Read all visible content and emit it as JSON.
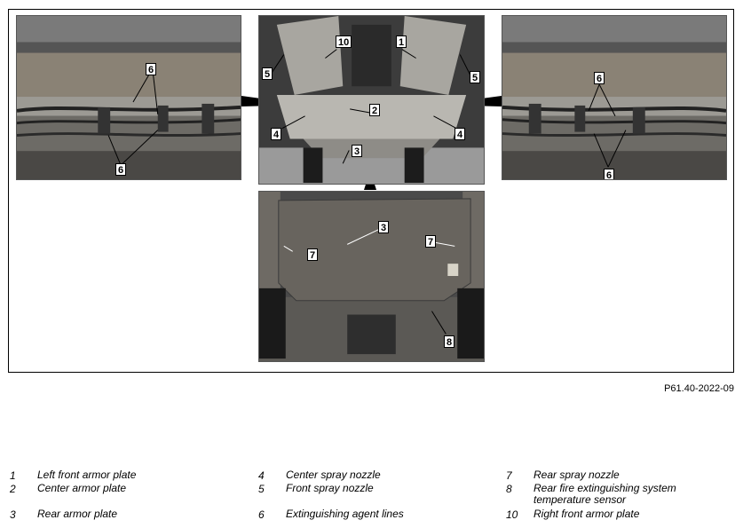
{
  "figure_code": "P61.40-2022-09",
  "callouts": {
    "left": [
      "6",
      "6"
    ],
    "center": [
      "10",
      "1",
      "5",
      "5",
      "2",
      "4",
      "4",
      "3"
    ],
    "bottom": [
      "3",
      "7",
      "7",
      "8"
    ],
    "right": [
      "6",
      "6"
    ]
  },
  "legend": [
    {
      "num": "1",
      "text": "Left front armor plate"
    },
    {
      "num": "2",
      "text": "Center armor plate"
    },
    {
      "num": "3",
      "text": "Rear armor plate"
    },
    {
      "num": "4",
      "text": "Center spray nozzle"
    },
    {
      "num": "5",
      "text": "Front spray nozzle"
    },
    {
      "num": "6",
      "text": "Extinguishing agent lines"
    },
    {
      "num": "7",
      "text": "Rear spray nozzle"
    },
    {
      "num": "8",
      "text": "Rear fire extinguishing system temperature sensor"
    },
    {
      "num": "10",
      "text": "Right front armor plate"
    }
  ]
}
